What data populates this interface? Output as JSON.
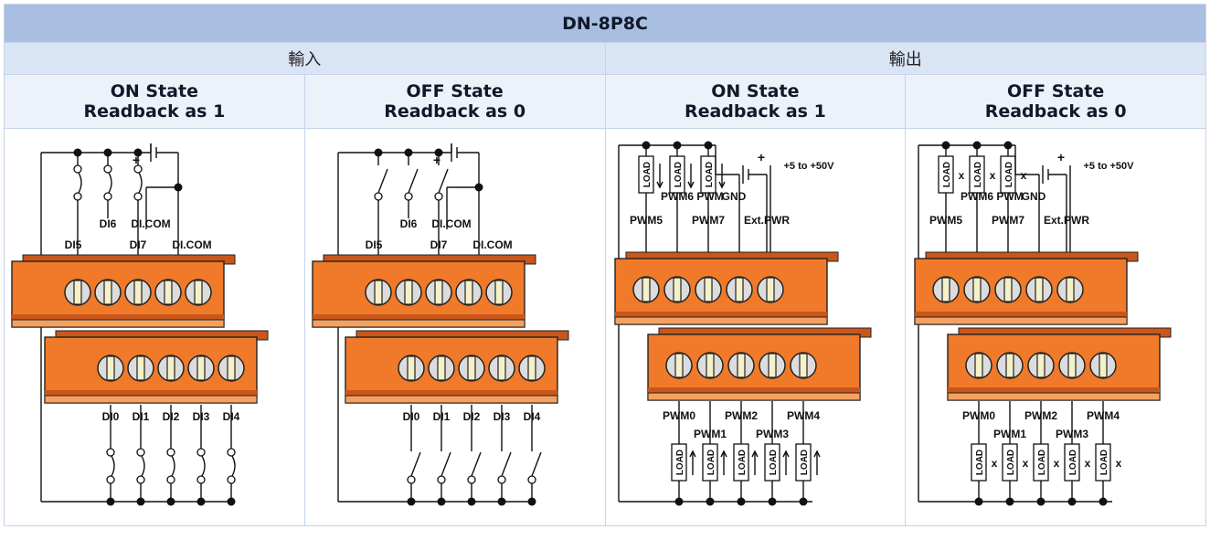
{
  "title": "DN-8P8C",
  "sections": {
    "input": "輸入",
    "output": "輸出"
  },
  "states": [
    {
      "line1": "ON State",
      "line2": "Readback as 1"
    },
    {
      "line1": "OFF State",
      "line2": "Readback as 0"
    },
    {
      "line1": "ON State",
      "line2": "Readback as 1"
    },
    {
      "line1": "OFF State",
      "line2": "Readback as 0"
    }
  ],
  "input_labels": {
    "top": [
      "DI5",
      "DI6",
      "DI7",
      "DI.COM",
      "DI.COM"
    ],
    "bottom": [
      "DI0",
      "DI1",
      "DI2",
      "DI3",
      "DI4"
    ],
    "plus": "+"
  },
  "output_labels": {
    "top": [
      "PWM5",
      "PWM6",
      "PWM7",
      "PWM",
      "GND",
      "Ext.PWR"
    ],
    "bottom": [
      "PWM0",
      "PWM1",
      "PWM2",
      "PWM3",
      "PWM4"
    ],
    "supply": "+5 to +50V",
    "load": "LOAD",
    "plus": "+",
    "off_mark": "x"
  },
  "colors": {
    "orange": "#f07a2a",
    "orange_dark": "#c9561a",
    "header_blue": "#a9bfe2",
    "sub_blue": "#d9e4f4"
  }
}
